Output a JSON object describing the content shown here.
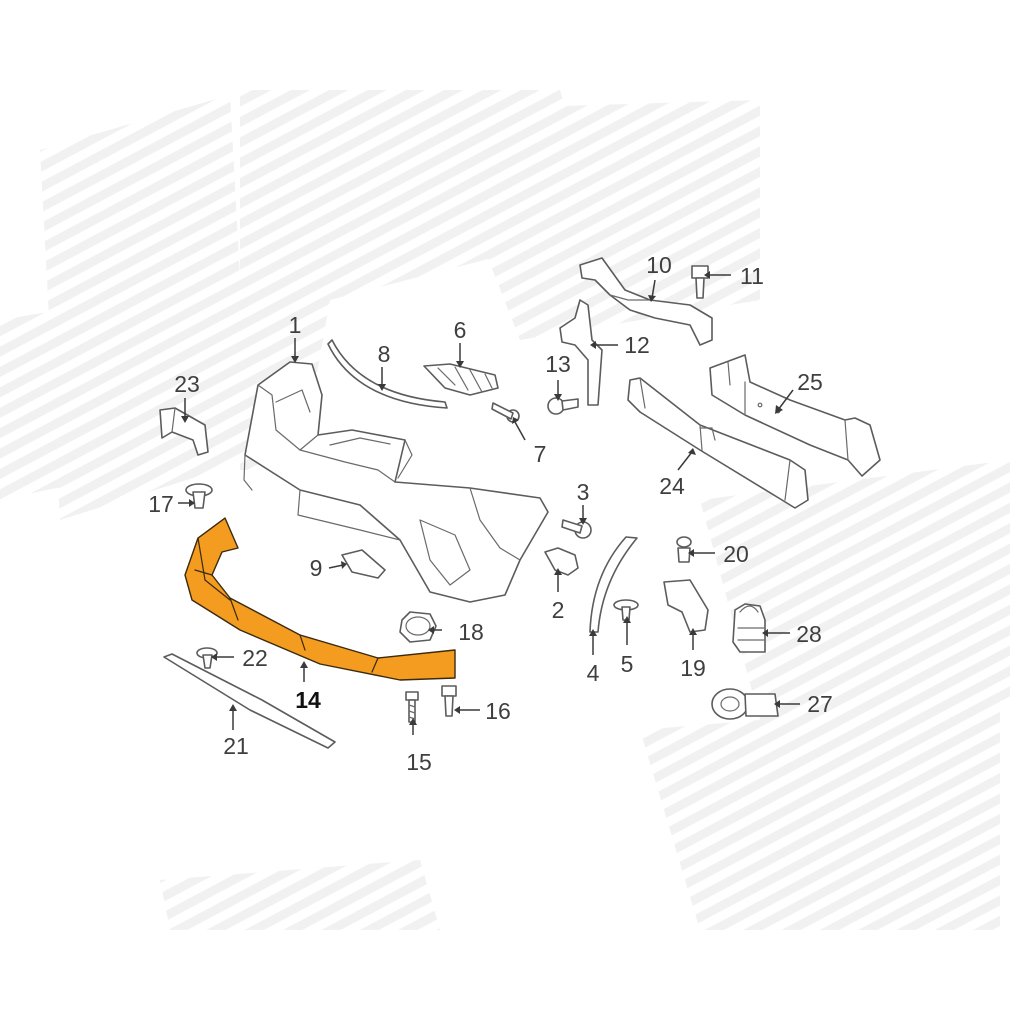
{
  "diagram": {
    "highlight_color": "#f39c1f",
    "callouts": [
      {
        "id": "1",
        "label": "1"
      },
      {
        "id": "2",
        "label": "2"
      },
      {
        "id": "3",
        "label": "3"
      },
      {
        "id": "4",
        "label": "4"
      },
      {
        "id": "5",
        "label": "5"
      },
      {
        "id": "6",
        "label": "6"
      },
      {
        "id": "7",
        "label": "7"
      },
      {
        "id": "8",
        "label": "8"
      },
      {
        "id": "9",
        "label": "9"
      },
      {
        "id": "10",
        "label": "10"
      },
      {
        "id": "11",
        "label": "11"
      },
      {
        "id": "12",
        "label": "12"
      },
      {
        "id": "13",
        "label": "13"
      },
      {
        "id": "14",
        "label": "14",
        "highlighted": true
      },
      {
        "id": "15",
        "label": "15"
      },
      {
        "id": "16",
        "label": "16"
      },
      {
        "id": "17",
        "label": "17"
      },
      {
        "id": "18",
        "label": "18"
      },
      {
        "id": "19",
        "label": "19"
      },
      {
        "id": "20",
        "label": "20"
      },
      {
        "id": "21",
        "label": "21"
      },
      {
        "id": "22",
        "label": "22"
      },
      {
        "id": "23",
        "label": "23"
      },
      {
        "id": "24",
        "label": "24"
      },
      {
        "id": "25",
        "label": "25"
      },
      {
        "id": "27",
        "label": "27"
      },
      {
        "id": "28",
        "label": "28"
      }
    ]
  }
}
